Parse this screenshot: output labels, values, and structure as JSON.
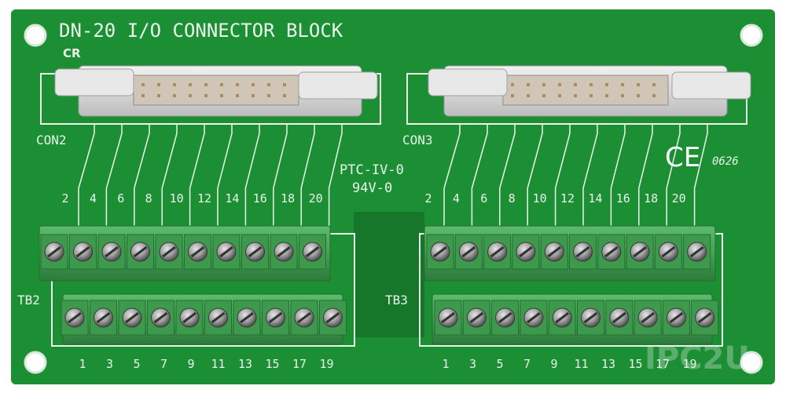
{
  "board": {
    "title": "DN-20 I/O CONNECTOR BLOCK",
    "mark_cr": "CR",
    "con_left": "CON2",
    "con_right": "CON3",
    "tb_left": "TB2",
    "tb_right": "TB3",
    "cert_line1": "PTC-IV-0",
    "cert_line2": "94V-0",
    "ce_mark": "CE",
    "ce_number": "0626",
    "watermark": "IPC2U"
  },
  "even_pins": [
    "2",
    "4",
    "6",
    "8",
    "10",
    "12",
    "14",
    "16",
    "18",
    "20"
  ],
  "odd_pins": [
    "1",
    "3",
    "5",
    "7",
    "9",
    "11",
    "13",
    "15",
    "17",
    "19"
  ],
  "colors": {
    "pcb": "#1c8f34",
    "pcb_dark": "#147127",
    "silkscreen": "#e9f3ea",
    "terminal": "#4aa75a",
    "terminal_dark": "#2f7d3e",
    "connector": "#dcdcdc",
    "screw": "#9a9a9a"
  }
}
